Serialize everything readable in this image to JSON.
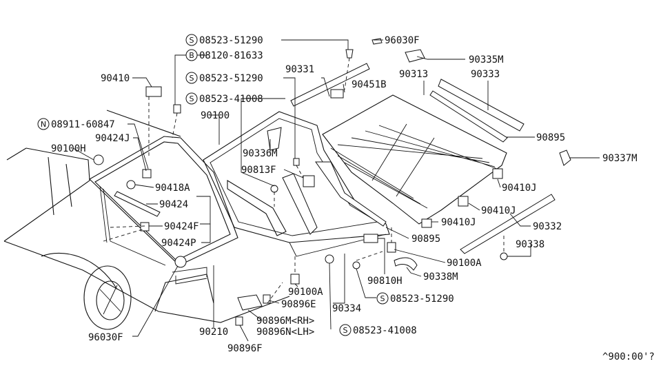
{
  "diagram": {
    "footer_code": "^900:00'?",
    "labels": [
      {
        "id": "s1_code",
        "symbol": "S",
        "text": "08523-51290"
      },
      {
        "id": "b1_code",
        "symbol": "B",
        "text": "08120-81633"
      },
      {
        "id": "p90410",
        "text": "90410"
      },
      {
        "id": "s2_code",
        "symbol": "S",
        "text": "08523-51290"
      },
      {
        "id": "s3_code",
        "symbol": "S",
        "text": "08523-41008"
      },
      {
        "id": "n1_code",
        "symbol": "N",
        "text": "08911-60847"
      },
      {
        "id": "p90424J",
        "text": "90424J"
      },
      {
        "id": "p90100H",
        "text": "90100H"
      },
      {
        "id": "p90418A",
        "text": "90418A"
      },
      {
        "id": "p90424",
        "text": "90424"
      },
      {
        "id": "p90424F",
        "text": "90424F"
      },
      {
        "id": "p90424P",
        "text": "90424P"
      },
      {
        "id": "p90100",
        "text": "90100"
      },
      {
        "id": "p90336M",
        "text": "90336M"
      },
      {
        "id": "p90813F",
        "text": "90813F"
      },
      {
        "id": "p90331",
        "text": "90331"
      },
      {
        "id": "p90451B",
        "text": "90451B"
      },
      {
        "id": "p96030F_top",
        "text": "96030F"
      },
      {
        "id": "p90335M",
        "text": "90335M"
      },
      {
        "id": "p90313",
        "text": "90313"
      },
      {
        "id": "p90333",
        "text": "90333"
      },
      {
        "id": "p90895_a",
        "text": "90895"
      },
      {
        "id": "p90337M",
        "text": "90337M"
      },
      {
        "id": "p90410J_a",
        "text": "90410J"
      },
      {
        "id": "p90410J_b",
        "text": "90410J"
      },
      {
        "id": "p90410J_c",
        "text": "90410J"
      },
      {
        "id": "p90895_b",
        "text": "90895"
      },
      {
        "id": "p90332",
        "text": "90332"
      },
      {
        "id": "p90338",
        "text": "90338"
      },
      {
        "id": "p90100A_a",
        "text": "90100A"
      },
      {
        "id": "p90810H",
        "text": "90810H"
      },
      {
        "id": "p90338M",
        "text": "90338M"
      },
      {
        "id": "s4_code",
        "symbol": "S",
        "text": "08523-51290"
      },
      {
        "id": "p90100A_b",
        "text": "90100A"
      },
      {
        "id": "p90896E",
        "text": "90896E"
      },
      {
        "id": "p90334",
        "text": "90334"
      },
      {
        "id": "p90896M",
        "text": "90896M<RH>"
      },
      {
        "id": "p90896N",
        "text": "90896N<LH>"
      },
      {
        "id": "s5_code",
        "symbol": "S",
        "text": "08523-41008"
      },
      {
        "id": "p90210",
        "text": "90210"
      },
      {
        "id": "p96030F_bot",
        "text": "96030F"
      },
      {
        "id": "p90896F",
        "text": "90896F"
      }
    ]
  }
}
